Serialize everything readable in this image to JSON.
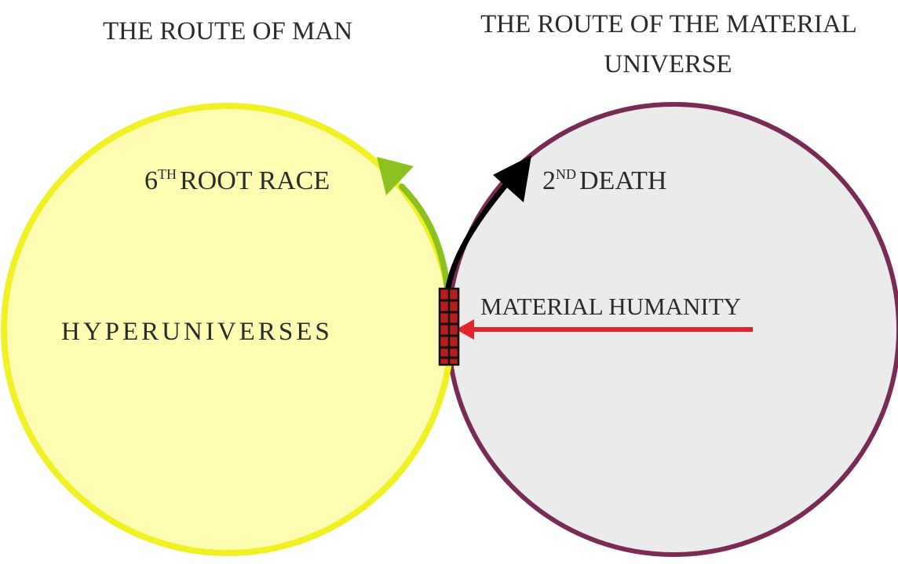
{
  "titles": {
    "man": "THE ROUTE OF MAN",
    "universe_line1": "THE ROUTE OF THE MATERIAL",
    "universe_line2": "UNIVERSE"
  },
  "labels": {
    "root_race_num": "6",
    "root_race_sup": "TH",
    "root_race_text": "ROOT RACE",
    "death_num": "2",
    "death_sup": "ND",
    "death_text": "DEATH",
    "material_humanity": "MATERIAL HUMANITY",
    "hyperuniverses": "HYPERUNIVERSES"
  },
  "colors": {
    "left_circle_fill": "#fdfcb0",
    "left_circle_stroke": "#f0f024",
    "right_circle_fill": "#ebebeb",
    "right_circle_stroke": "#7a2b55",
    "green_arrow": "#8cc21f",
    "black_arrow": "#000000",
    "red_arrow": "#e3252b",
    "gate": "#b31e1e"
  }
}
